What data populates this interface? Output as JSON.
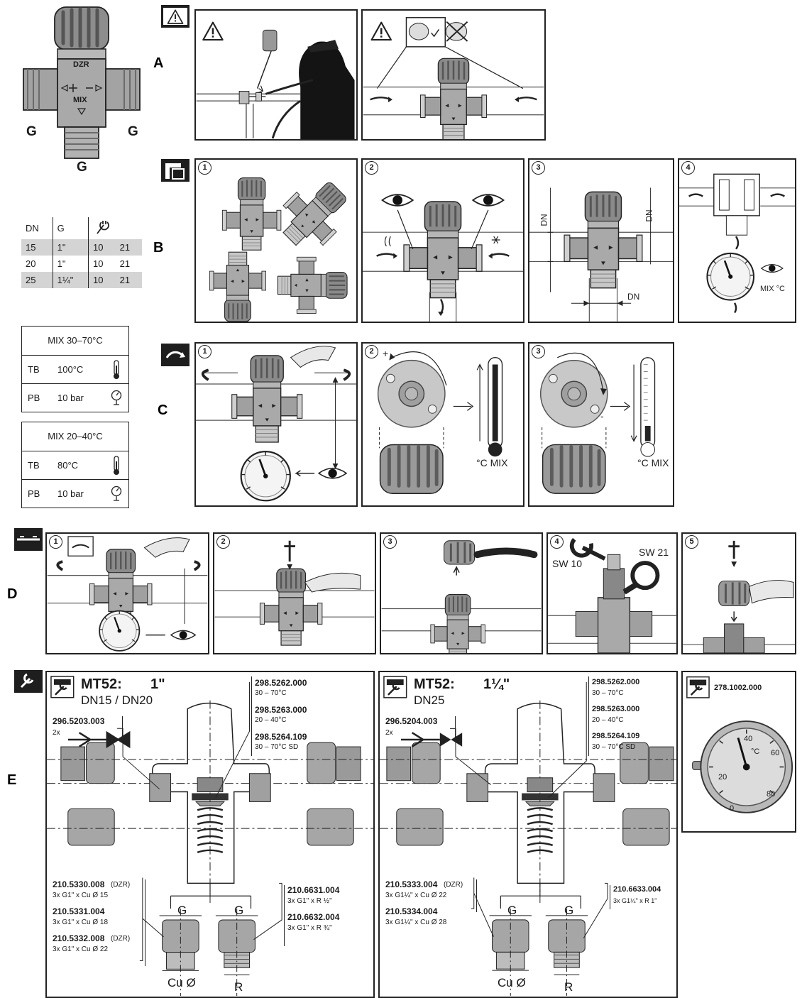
{
  "sections": {
    "a": "A",
    "b": "B",
    "c": "C",
    "d": "D",
    "e": "E"
  },
  "valve": {
    "brand": "DZR",
    "mix": "MIX",
    "g_left": "G",
    "g_right": "G",
    "g_bottom": "G"
  },
  "dim_table": {
    "headers": [
      "DN",
      "G"
    ],
    "rows": [
      {
        "dn": "15",
        "g": "1\"",
        "w1": "10",
        "w2": "21"
      },
      {
        "dn": "20",
        "g": "1\"",
        "w1": "10",
        "w2": "21"
      },
      {
        "dn": "25",
        "g": "1¼\"",
        "w1": "10",
        "w2": "21"
      }
    ]
  },
  "spec_boxes": [
    {
      "title": "MIX 30–70°C",
      "tb_label": "TB",
      "tb_value": "100°C",
      "pb_label": "PB",
      "pb_value": "10 bar"
    },
    {
      "title": "MIX 20–40°C",
      "tb_label": "TB",
      "tb_value": "80°C",
      "pb_label": "PB",
      "pb_value": "10 bar"
    }
  ],
  "steps": {
    "s1": "1",
    "s2": "2",
    "s3": "3",
    "s4": "4",
    "s5": "5"
  },
  "labels": {
    "dn": "DN",
    "mix_c": "MIX °C",
    "c_mix": "°C MIX",
    "plus": "+",
    "minus": "-",
    "sw10": "SW 10",
    "sw21": "SW 21"
  },
  "parts_left": {
    "model": "MT52:",
    "size": "1\"",
    "dn": "DN15 / DN20",
    "cartridges": [
      {
        "pn": "298.5262.000",
        "desc": "30 – 70°C"
      },
      {
        "pn": "298.5263.000",
        "desc": "20 – 40°C"
      },
      {
        "pn": "298.5264.109",
        "desc": "30 – 70°C SD"
      }
    ],
    "check_pn": "296.5203.003",
    "check_desc": "2x",
    "cu_fittings": [
      {
        "pn": "210.5330.008",
        "tag": "(DZR)",
        "desc": "3x G1\" x Cu Ø 15"
      },
      {
        "pn": "210.5331.004",
        "tag": "",
        "desc": "3x G1\" x Cu Ø 18"
      },
      {
        "pn": "210.5332.008",
        "tag": "(DZR)",
        "desc": "3x G1\" x Cu Ø 22"
      }
    ],
    "r_fittings": [
      {
        "pn": "210.6631.004",
        "desc": "3x G1\" x R ½\""
      },
      {
        "pn": "210.6632.004",
        "desc": "3x G1\" x R ¾\""
      }
    ],
    "g1": "G",
    "g2": "G",
    "cu": "Cu Ø",
    "r": "R"
  },
  "parts_right": {
    "model": "MT52:",
    "size": "1¼\"",
    "dn": "DN25",
    "cartridges": [
      {
        "pn": "298.5262.000",
        "desc": "30 – 70°C"
      },
      {
        "pn": "298.5263.000",
        "desc": "20 – 40°C"
      },
      {
        "pn": "298.5264.109",
        "desc": "30 – 70°C SD"
      }
    ],
    "check_pn": "296.5204.003",
    "check_desc": "2x",
    "cu_fittings": [
      {
        "pn": "210.5333.004",
        "tag": "(DZR)",
        "desc": "3x G1¼\" x Cu Ø 22"
      },
      {
        "pn": "210.5334.004",
        "tag": "",
        "desc": "3x G1¼\" x Cu Ø 28"
      }
    ],
    "r_fittings": [
      {
        "pn": "210.6633.004",
        "desc": "3x G1¼\" x R 1\""
      }
    ],
    "g1": "G",
    "g2": "G",
    "cu": "Cu Ø",
    "r": "R"
  },
  "thermometer": {
    "pn": "278.1002.000",
    "unit": "°C",
    "ticks": [
      "0",
      "20",
      "40",
      "60",
      "80"
    ]
  }
}
